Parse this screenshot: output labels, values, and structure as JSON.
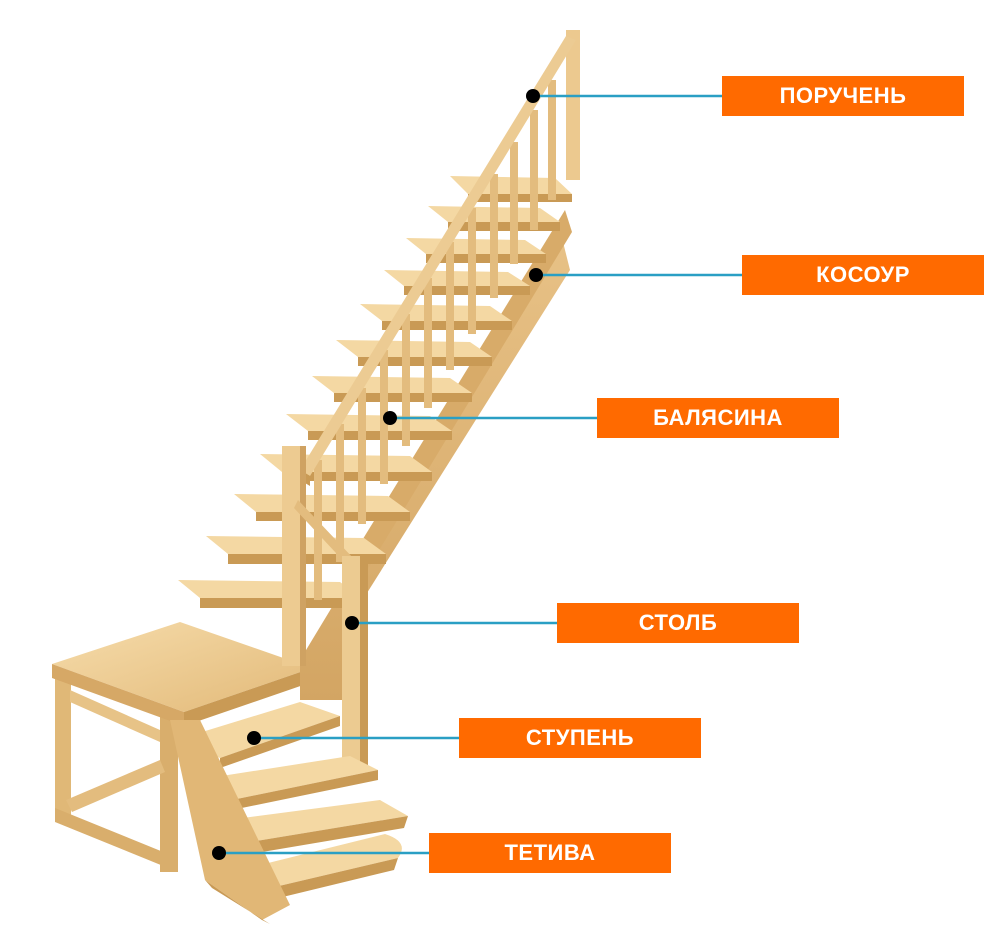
{
  "colors": {
    "accent": "#ff6a00",
    "leader_line": "#2a9fc4",
    "marker": "#000000",
    "wood_light": "#f2d29c",
    "wood_mid": "#e3bb7b",
    "wood_dark": "#c99a55",
    "wood_edge": "#b3864a"
  },
  "callouts": {
    "handrail": {
      "label": "ПОРУЧЕНЬ"
    },
    "stringer": {
      "label": "КОСОУР"
    },
    "baluster": {
      "label": "БАЛЯСИНА"
    },
    "post": {
      "label": "СТОЛБ"
    },
    "step": {
      "label": "СТУПЕНЬ"
    },
    "side_stringer": {
      "label": "ТЕТИВА"
    }
  }
}
